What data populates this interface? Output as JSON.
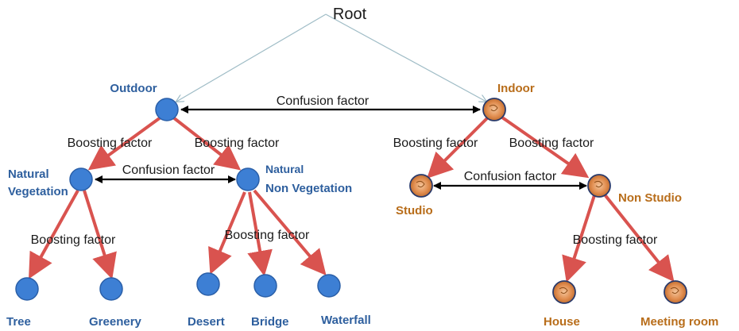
{
  "colors": {
    "outdoor_node": "#3d7fd4",
    "outdoor_label": "#2e5f9e",
    "indoor_node": "#d4834a",
    "indoor_label": "#b86d1a",
    "boosting_edge": "#d9534f",
    "root_edge": "#9fbcc6",
    "confusion_edge": "#000000",
    "edge_label": "#1a1a1a"
  },
  "root": {
    "label": "Root"
  },
  "nodes": {
    "outdoor": {
      "label": "Outdoor",
      "icon": "circle-node"
    },
    "indoor": {
      "label": "Indoor",
      "icon": "orange-swirl-node"
    },
    "natural_vegetation": {
      "label_line1": "Natural",
      "label_line2": "Vegetation"
    },
    "natural_non_vegetation": {
      "label_line1": "Natural",
      "label_line2": "Non Vegetation"
    },
    "studio": {
      "label": "Studio"
    },
    "non_studio": {
      "label": "Non Studio"
    },
    "tree": {
      "label": "Tree"
    },
    "greenery": {
      "label": "Greenery"
    },
    "desert": {
      "label": "Desert"
    },
    "bridge": {
      "label": "Bridge"
    },
    "waterfall": {
      "label": "Waterfall"
    },
    "house": {
      "label": "House"
    },
    "meeting_room": {
      "label": "Meeting room"
    }
  },
  "edge_labels": {
    "confusion_top": "Confusion factor",
    "confusion_outdoor": "Confusion factor",
    "confusion_indoor": "Confusion factor",
    "boost_outdoor_left": "Boosting factor",
    "boost_outdoor_right": "Boosting factor",
    "boost_indoor_left": "Boosting factor",
    "boost_indoor_right": "Boosting factor",
    "boost_vegetation": "Boosting factor",
    "boost_non_vegetation": "Boosting factor",
    "boost_non_studio": "Boosting factor"
  }
}
